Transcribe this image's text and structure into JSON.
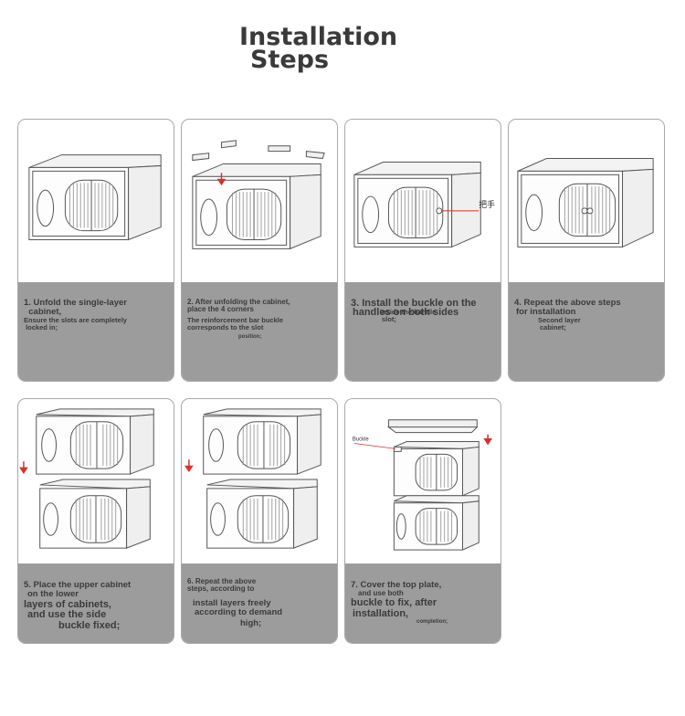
{
  "title": {
    "line1": "Installation",
    "line2": "Steps"
  },
  "steps": [
    {
      "lines": [
        "1. Unfold the single-layer",
        "  cabinet,",
        "Ensure the slots are completely",
        " locked in;"
      ]
    },
    {
      "lines": [
        "2. After unfolding the cabinet,",
        "place the 4 corners",
        "The reinforcement bar buckle",
        "corresponds to the slot",
        "position;"
      ]
    },
    {
      "lines": [
        "3. Install the buckle on the",
        "handles on both sides",
        "Inside the handle",
        "slot;"
      ],
      "label": "把手"
    },
    {
      "lines": [
        "4. Repeat the above steps",
        "for installation",
        "Second layer",
        "cabinet;"
      ]
    },
    {
      "lines": [
        "5. Place the upper cabinet",
        "on the lower",
        "layers of cabinets,",
        "and use the side",
        "buckle fixed;"
      ]
    },
    {
      "lines": [
        "6. Repeat the above",
        "steps, according to",
        "install layers freely",
        "according to demand",
        "high;"
      ]
    },
    {
      "lines": [
        "7. Cover the top plate,",
        "and use both",
        "buckle to fix, after",
        "installation,",
        "completion;"
      ],
      "label": "Buckle"
    }
  ],
  "colors": {
    "band": "#9c9c9c",
    "text": "#3b3b3b",
    "arrow": "#d9302a"
  }
}
